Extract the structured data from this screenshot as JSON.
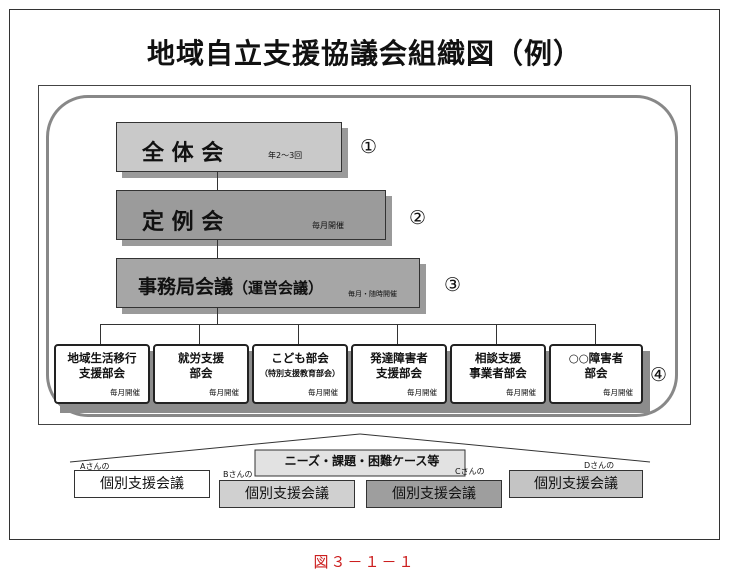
{
  "title": "地域自立支援協議会組織図（例）",
  "levels": [
    {
      "label": "全 体 会",
      "note": "年2～3回",
      "marker": "①",
      "fill": "#c9c9c9"
    },
    {
      "label": "定 例 会",
      "note": "毎月開催",
      "marker": "②",
      "fill": "#9b9b9b"
    },
    {
      "label": "事務局会議",
      "label_suffix": "（運営会議）",
      "note": "毎月・随時開催",
      "marker": "③",
      "fill": "#a6a6a6"
    }
  ],
  "subcommittees": {
    "marker": "④",
    "items": [
      {
        "line1": "地域生活移行",
        "line2": "支援部会",
        "freq": "毎月開催"
      },
      {
        "line1": "就労支援",
        "line2": "部会",
        "freq": "毎月開催"
      },
      {
        "line1": "こども部会",
        "line2": "（特別支援教育部会）",
        "freq": "毎月開催"
      },
      {
        "line1": "発達障害者",
        "line2": "支援部会",
        "freq": "毎月開催"
      },
      {
        "line1": "相談支援",
        "line2": "事業者部会",
        "freq": "毎月開催"
      },
      {
        "line1": "○○障害者",
        "line2": "部会",
        "freq": "毎月開催"
      }
    ]
  },
  "needs_label": "ニーズ・課題・困難ケース等",
  "individual_meetings": [
    {
      "person": "Aさんの",
      "label": "個別支援会議",
      "fill": "#ffffff"
    },
    {
      "person": "Bさんの",
      "label": "個別支援会議",
      "fill": "#d0d0d0"
    },
    {
      "person": "Cさんの",
      "label": "個別支援会議",
      "fill": "#9e9e9e"
    },
    {
      "person": "Dさんの",
      "label": "個別支援会議",
      "fill": "#c4c4c4"
    }
  ],
  "caption": "図３－１－１"
}
